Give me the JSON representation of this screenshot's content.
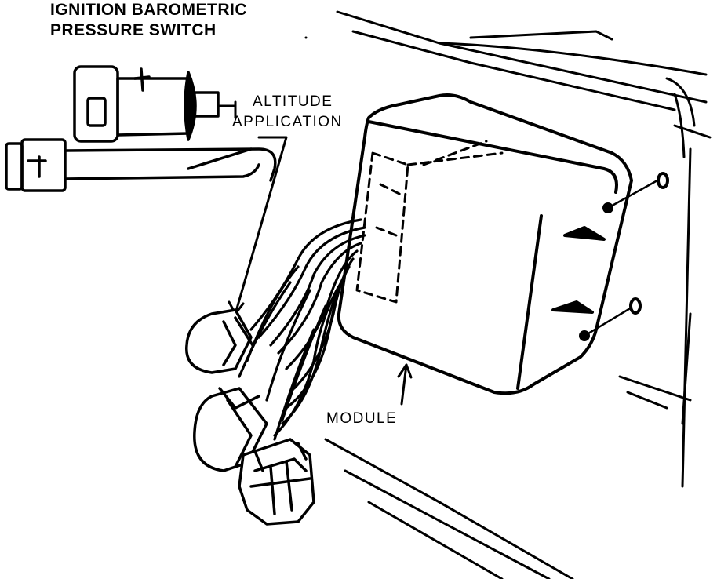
{
  "labels": {
    "title_line1": "IGNITION BAROMETRIC",
    "title_line2": "PRESSURE SWITCH",
    "altitude_line1": "ALTITUDE",
    "altitude_line2": "APPLICATION",
    "module": "MODULE"
  },
  "colors": {
    "ink": "#000000",
    "paper": "#ffffff"
  }
}
